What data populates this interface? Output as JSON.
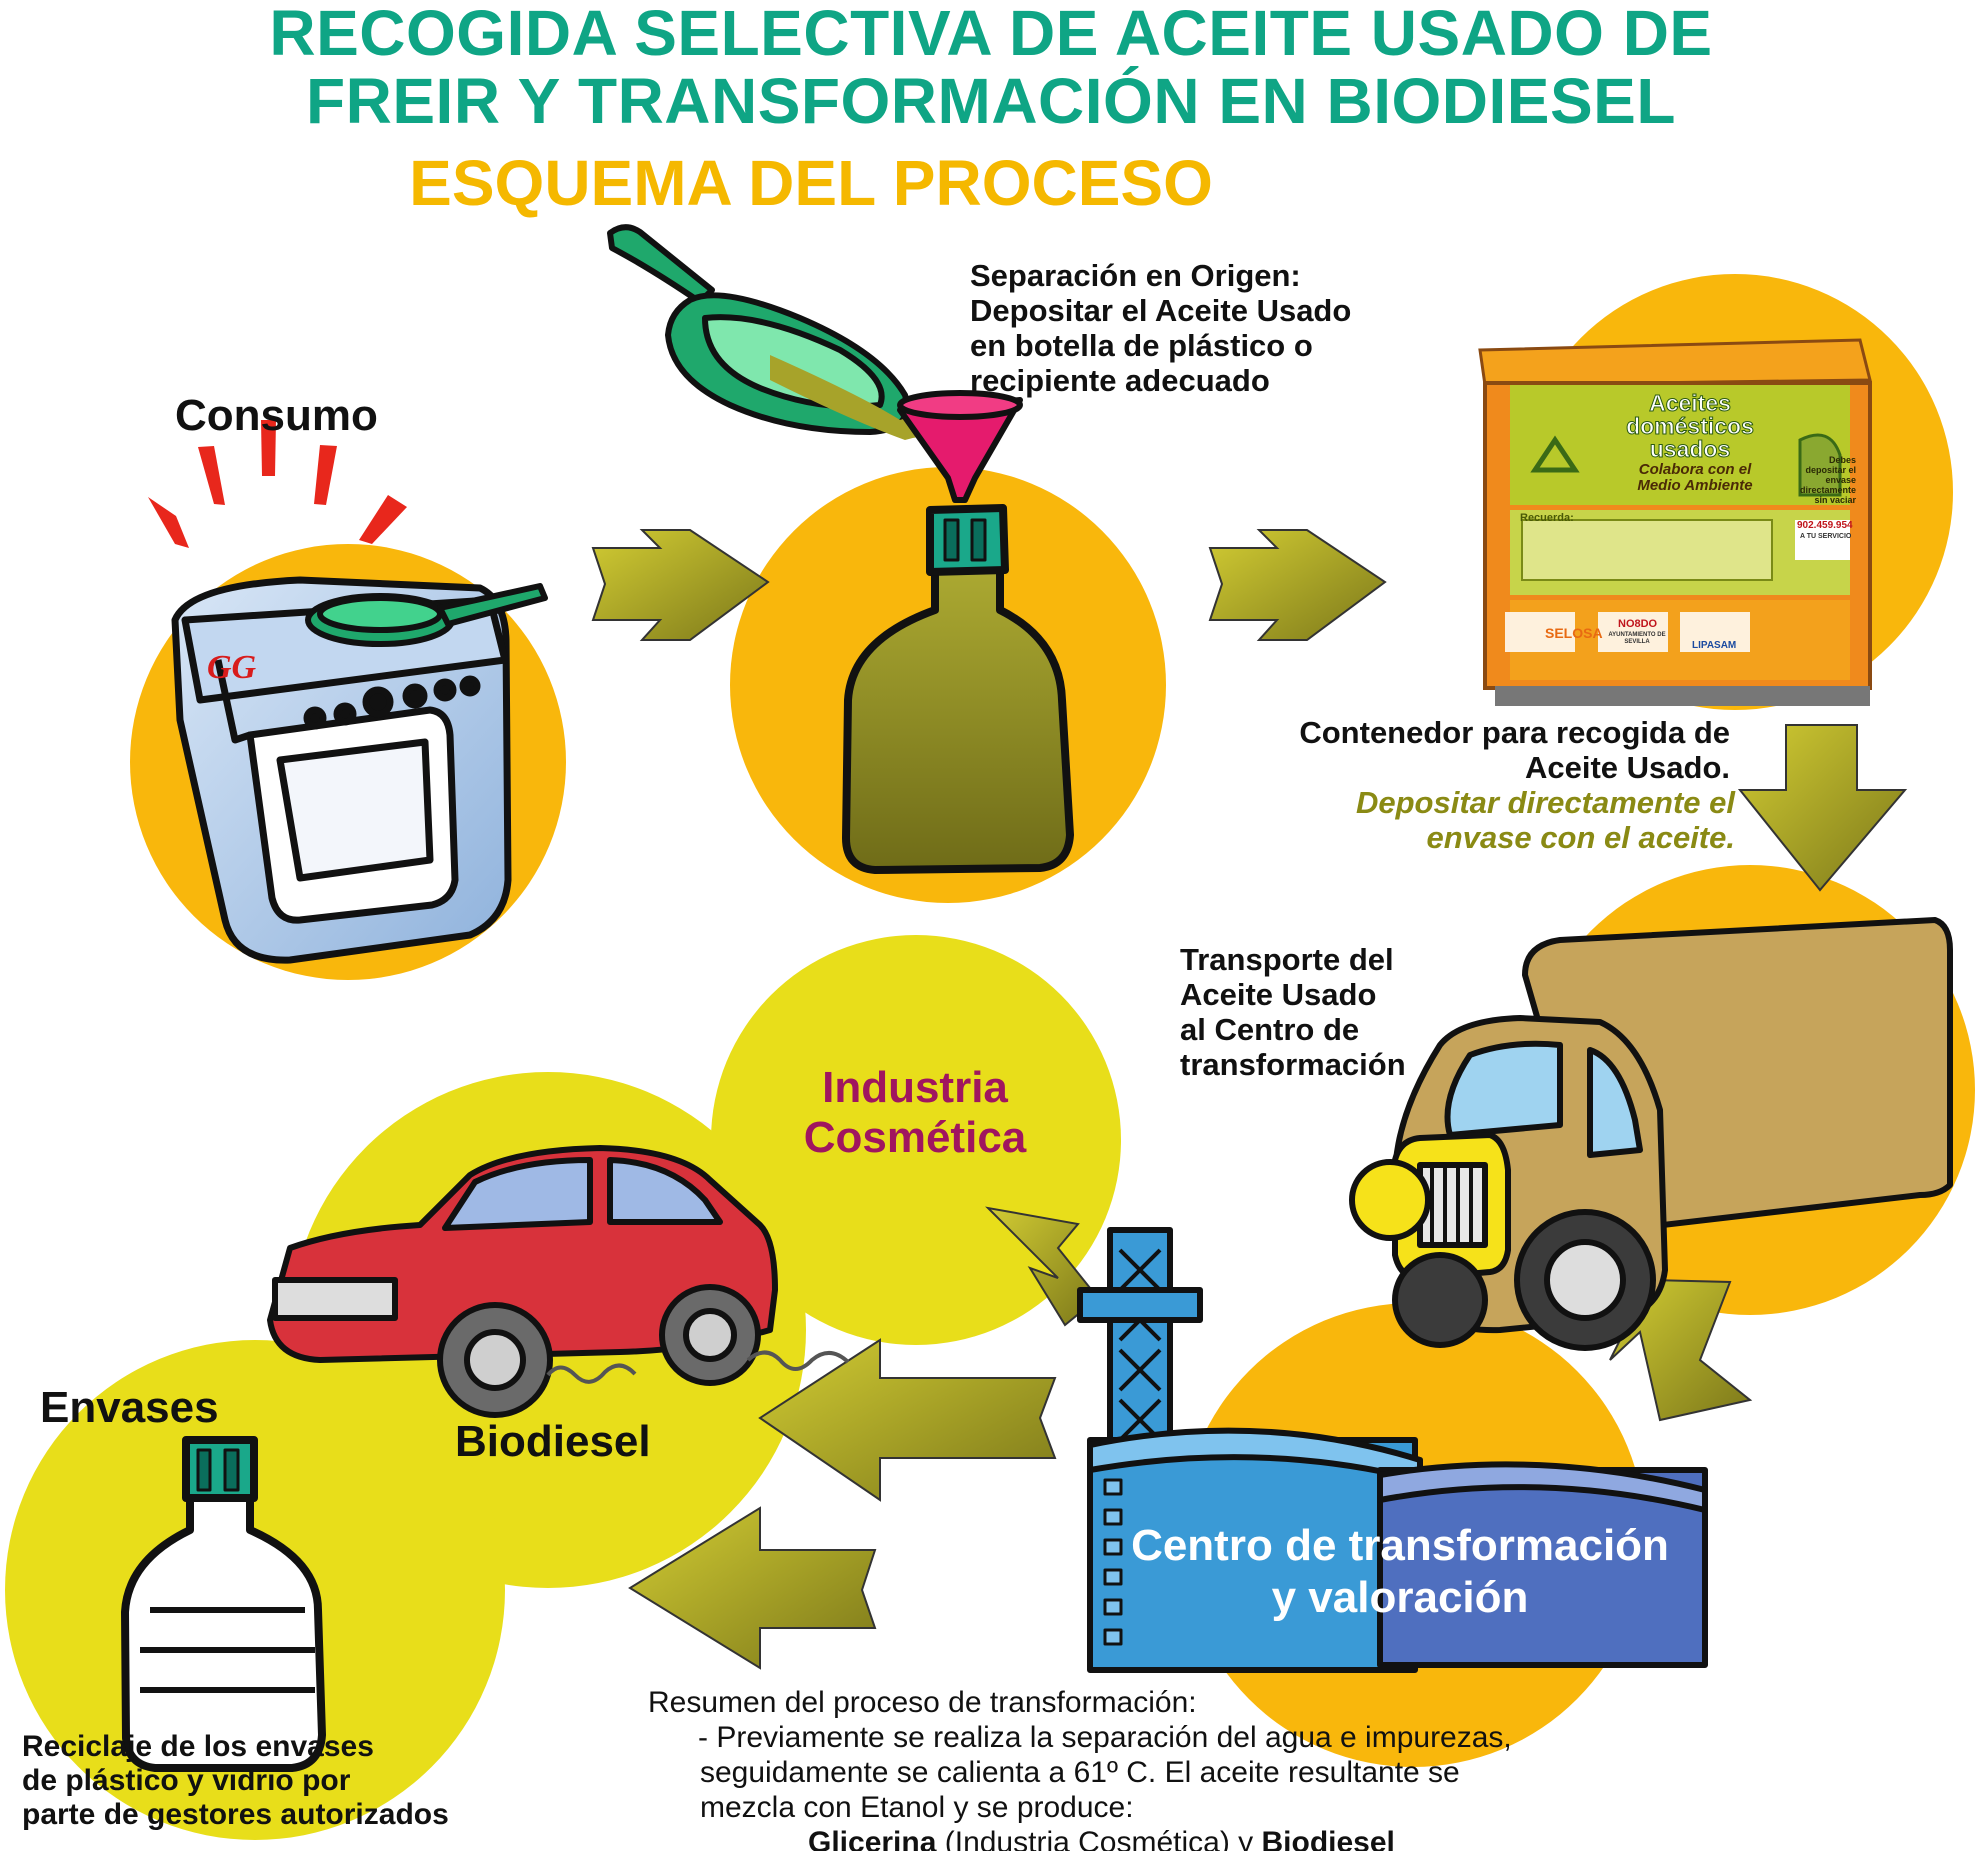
{
  "title_line1": "RECOGIDA SELECTIVA DE ACEITE USADO DE",
  "title_line2": "FREIR Y TRANSFORMACIÓN EN BIODIESEL",
  "subtitle": "ESQUEMA DEL PROCESO",
  "consumo": "Consumo",
  "separacion": {
    "line1": "Separación en Origen:",
    "line2": "Depositar el Aceite Usado",
    "line3": "en botella de plástico o",
    "line4": "recipiente adecuado"
  },
  "contenedor": {
    "line1": "Contenedor para recogida de",
    "line2": "Aceite  Usado.",
    "note1": "Depositar directamente el",
    "note2": "envase con el aceite."
  },
  "transporte": {
    "line1": "Transporte del",
    "line2": "Aceite  Usado",
    "line3": "al Centro de",
    "line4": "transformación"
  },
  "industria": {
    "line1": "Industria",
    "line2": "Cosmética"
  },
  "biodiesel": "Biodiesel",
  "envases": "Envases",
  "reciclaje": {
    "line1": "Reciclaje de los envases",
    "line2": "de plástico y vidrio por",
    "line3": "parte de gestores autorizados"
  },
  "centro": {
    "line1": "Centro de transformación",
    "line2": "y valoración"
  },
  "resumen": {
    "heading": "Resumen del proceso de transformación:",
    "line1": "- Previamente se realiza la separación del agua e impurezas,",
    "line2": "seguidamente se calienta a 61º C. El aceite resultante se",
    "line3": "mezcla con Etanol y se produce:",
    "glicerina": "Glicerina",
    "paren": " (Industria Cosmética) y ",
    "biodiesel": "Biodiesel"
  },
  "container_card": {
    "title1": "Aceites",
    "title2": "domésticos",
    "title3": "usados",
    "slogan1": "Colabora con el",
    "slogan2": "Medio Ambiente",
    "debes": "Debes depositar el envase directamente sin vaciar",
    "recuerda": "Recuerda:",
    "phone": "902.459.954",
    "servicio": "A TU SERVICIO",
    "logo1": "SELOSA",
    "logo2": "NO8DO",
    "logo2_sub": "AYUNTAMIENTO DE SEVILLA",
    "logo3": "LIPASAM"
  },
  "colors": {
    "title": "#0fa585",
    "subtitle": "#f5b800",
    "orange_circle": "#f9b70c",
    "yellow_circle": "#e8de1a",
    "arrow": "#a6a11d",
    "industria": "#a0155f",
    "note": "#8a8a14",
    "factory_blue": "#3a9ad6"
  },
  "icons": [
    "stove-icon",
    "frying-pan-icon",
    "funnel-icon",
    "oil-bottle-icon",
    "collection-container-icon",
    "truck-icon",
    "factory-icon",
    "car-icon",
    "empty-bottle-icon",
    "arrow-icon"
  ]
}
